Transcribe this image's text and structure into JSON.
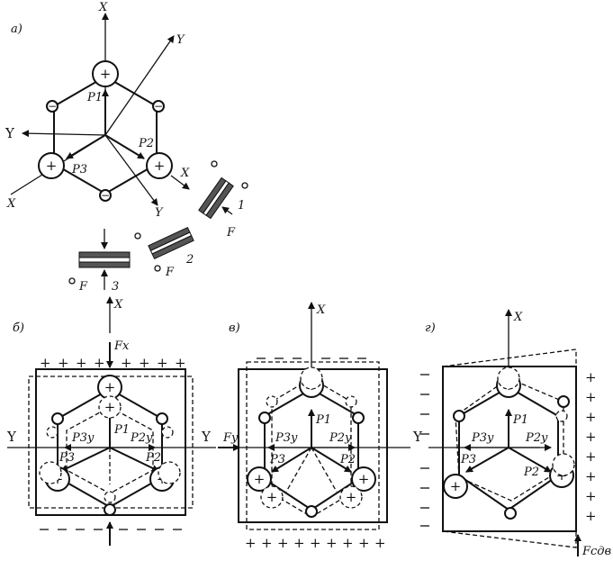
{
  "panels": {
    "a": "а)",
    "b": "б)",
    "v": "в)",
    "g": "г)"
  },
  "axes": {
    "x": "X",
    "y": "Y"
  },
  "charges": {
    "plus": "+",
    "minus": "−"
  },
  "vectors": {
    "p1": "P1",
    "p2": "P2",
    "p3": "P3",
    "p2y": "P2y",
    "p3y": "P3y"
  },
  "forces": {
    "f": "F",
    "fx": "Fx",
    "fy": "Fy",
    "fsdv": "Fсдв"
  },
  "plates": {
    "n1": "1",
    "n2": "2",
    "n3": "3"
  }
}
